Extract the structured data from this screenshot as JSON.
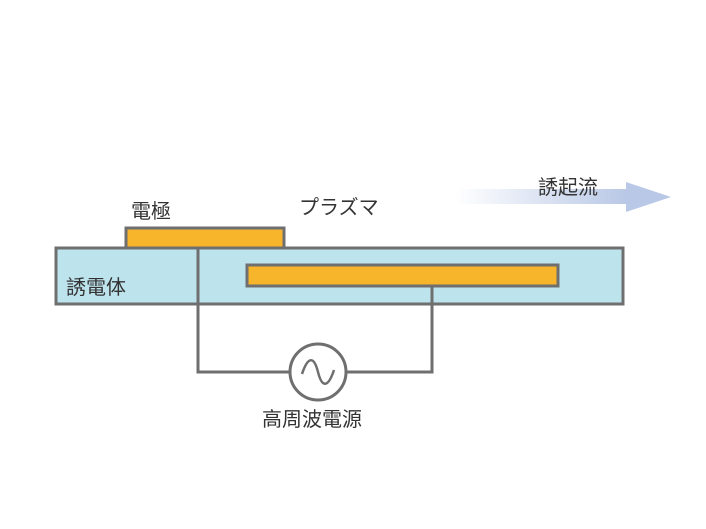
{
  "labels": {
    "electrode": "電極",
    "plasma": "プラズマ",
    "induced_flow": "誘起流",
    "dielectric": "誘電体",
    "rf_power": "高周波電源"
  },
  "colors": {
    "electrode": "#f7b52b",
    "dielectric": "#bde3ec",
    "outline": "#6f6f6f",
    "plasma": "#9b4d9c",
    "flow_arrow": "#b9c8e6"
  }
}
